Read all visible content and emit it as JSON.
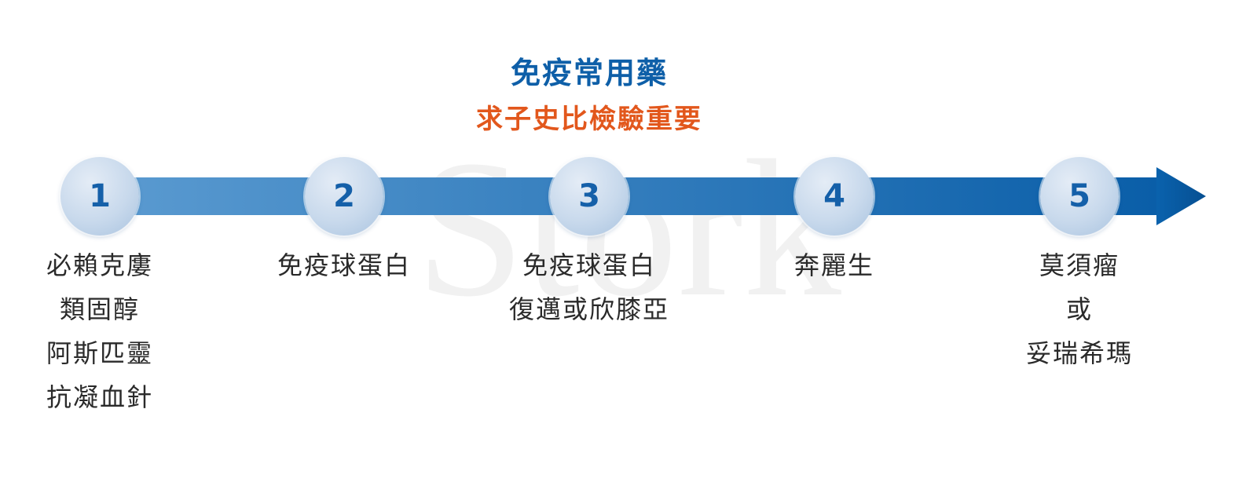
{
  "header": {
    "title": "免疫常用藥",
    "subtitle": "求子史比檢驗重要"
  },
  "watermark": {
    "text": "Stork"
  },
  "colors": {
    "title": "#0e5fa8",
    "subtitle": "#e2571c",
    "arrow_start": "#5b9bd1",
    "arrow_end": "#0a5ea8",
    "circle_fill": "#c8d9ec",
    "number": "#1560a9",
    "label": "#2a2a2a"
  },
  "steps": [
    {
      "number": "1",
      "lines": [
        "必賴克廔",
        "類固醇",
        "阿斯匹靈",
        "抗凝血針"
      ]
    },
    {
      "number": "2",
      "lines": [
        "免疫球蛋白"
      ]
    },
    {
      "number": "3",
      "lines": [
        "免疫球蛋白",
        "復邁或欣膝亞"
      ]
    },
    {
      "number": "4",
      "lines": [
        "奔麗生"
      ]
    },
    {
      "number": "5",
      "lines": [
        "莫須瘤",
        "或",
        "妥瑞希瑪"
      ]
    }
  ]
}
